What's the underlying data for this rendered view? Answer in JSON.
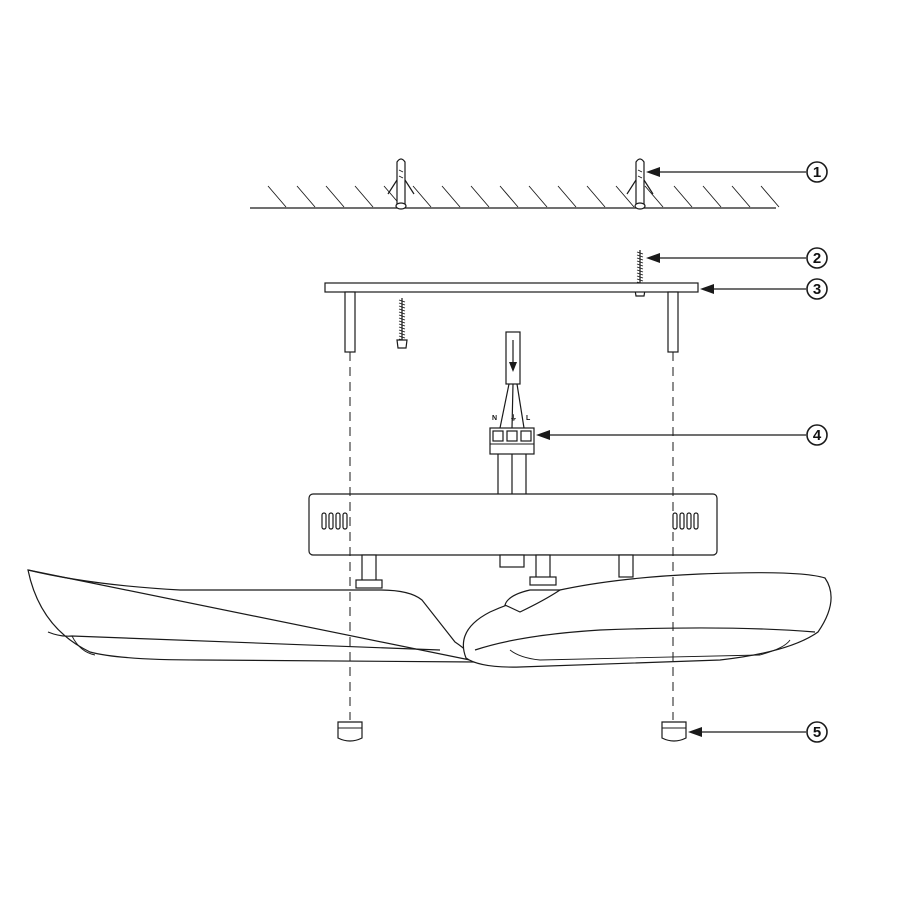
{
  "callouts": [
    {
      "id": "1",
      "label": "1"
    },
    {
      "id": "2",
      "label": "2"
    },
    {
      "id": "3",
      "label": "3"
    },
    {
      "id": "4",
      "label": "4"
    },
    {
      "id": "5",
      "label": "5"
    }
  ],
  "terminal_labels": {
    "left": "N",
    "center": "⏚",
    "right": "L"
  },
  "colors": {
    "line": "#1a1a1a",
    "background": "#ffffff"
  }
}
